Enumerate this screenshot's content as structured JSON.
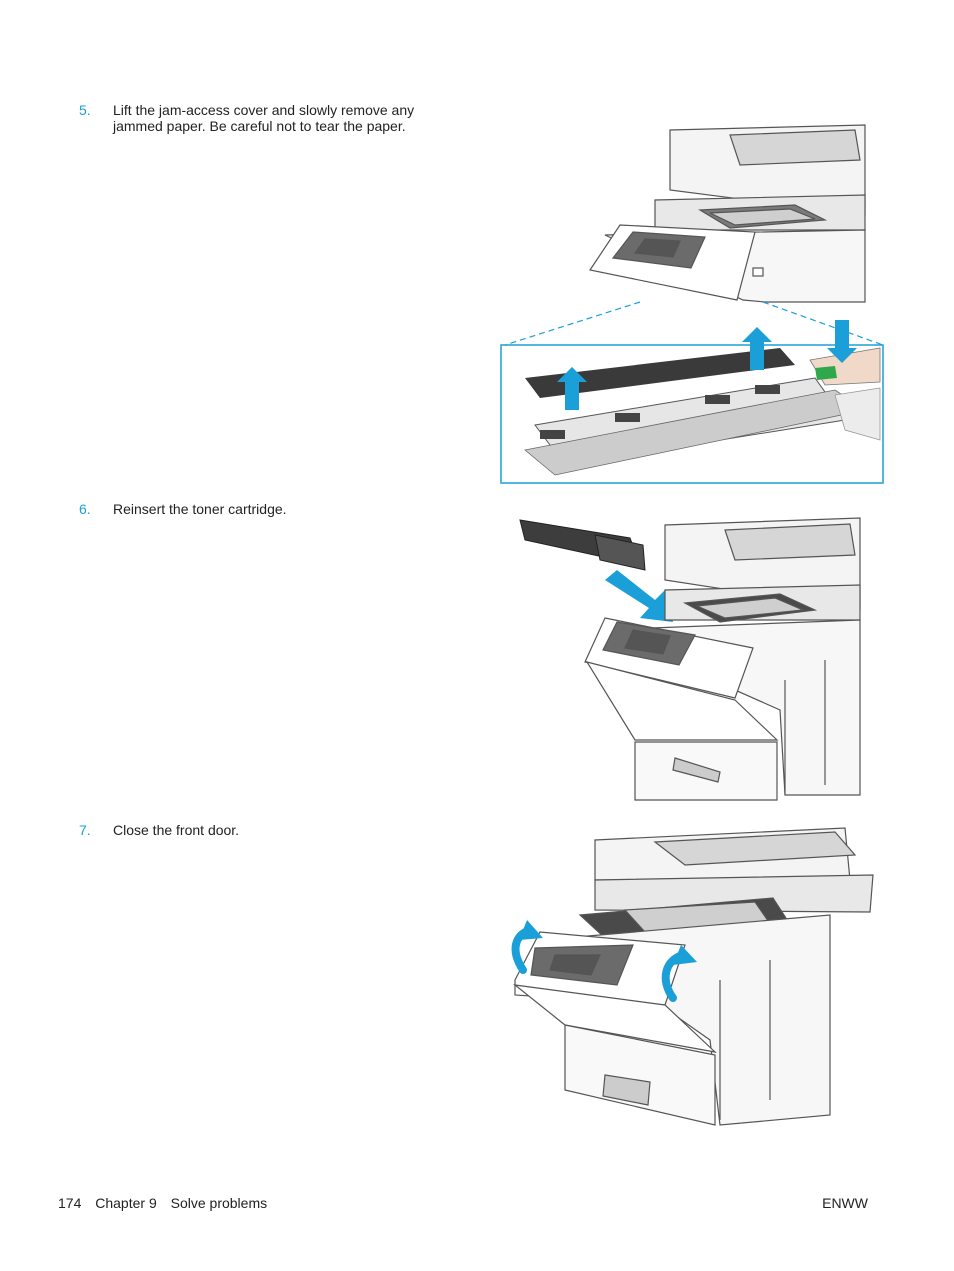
{
  "steps": [
    {
      "number": "5.",
      "text": "Lift the jam-access cover and slowly remove any jammed paper. Be careful not to tear the paper."
    },
    {
      "number": "6.",
      "text": "Reinsert the toner cartridge."
    },
    {
      "number": "7.",
      "text": "Close the front door."
    }
  ],
  "footer": {
    "page_number": "174",
    "chapter": "Chapter 9",
    "section": "Solve problems",
    "right": "ENWW"
  },
  "colors": {
    "accent": "#1a9fd8",
    "text": "#222222"
  }
}
